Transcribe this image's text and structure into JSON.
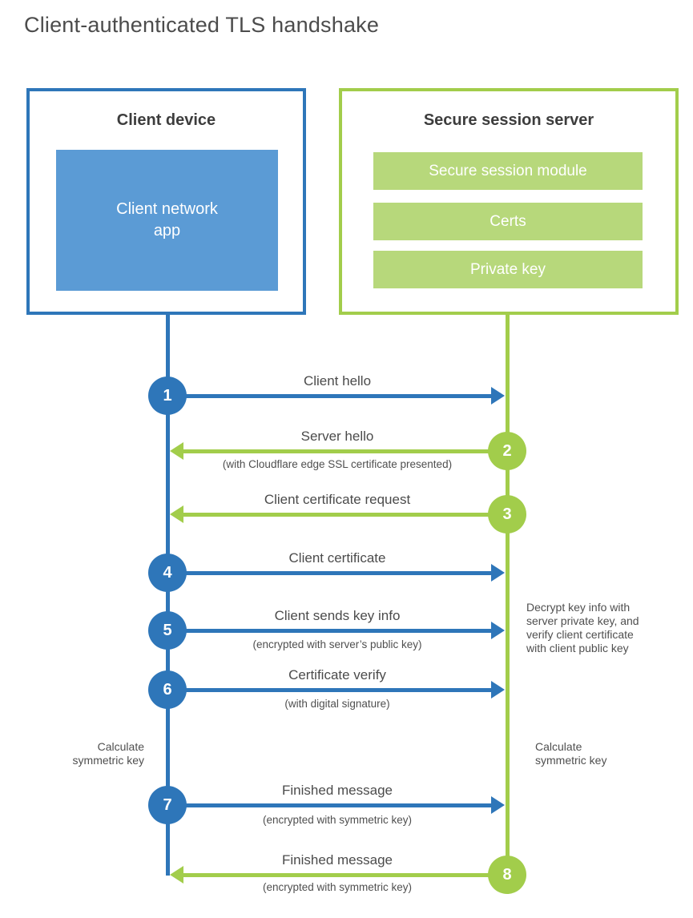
{
  "title": "Client-authenticated TLS handshake",
  "colors": {
    "blue": "#2e76b9",
    "blue_fill": "#5b9bd5",
    "green": "#a2cd4b",
    "green_fill": "#b7d87b"
  },
  "client_box": {
    "title": "Client device",
    "app_label": "Client network\napp"
  },
  "server_box": {
    "title": "Secure session server",
    "modules": [
      "Secure session module",
      "Certs",
      "Private key"
    ]
  },
  "steps": [
    {
      "num": "1",
      "label": "Client hello",
      "sub": "",
      "direction": "right",
      "from": "client"
    },
    {
      "num": "2",
      "label": "Server hello",
      "sub": "(with Cloudflare edge SSL certificate presented)",
      "direction": "left",
      "from": "server"
    },
    {
      "num": "3",
      "label": "Client certificate request",
      "sub": "",
      "direction": "left",
      "from": "server"
    },
    {
      "num": "4",
      "label": "Client certificate",
      "sub": "",
      "direction": "right",
      "from": "client"
    },
    {
      "num": "5",
      "label": "Client sends key info",
      "sub": "(encrypted with server’s public key)",
      "direction": "right",
      "from": "client"
    },
    {
      "num": "6",
      "label": "Certificate verify",
      "sub": "(with digital signature)",
      "direction": "right",
      "from": "client"
    },
    {
      "num": "7",
      "label": "Finished message",
      "sub": "(encrypted with symmetric key)",
      "direction": "right",
      "from": "client"
    },
    {
      "num": "8",
      "label": "Finished message",
      "sub": "(encrypted with symmetric key)",
      "direction": "left",
      "from": "server"
    }
  ],
  "annotations": {
    "decrypt_note": "Decrypt key info with\nserver private key, and\nverify client certificate\nwith client public key",
    "calc_left": "Calculate\nsymmetric key",
    "calc_right": "Calculate\nsymmetric key"
  }
}
